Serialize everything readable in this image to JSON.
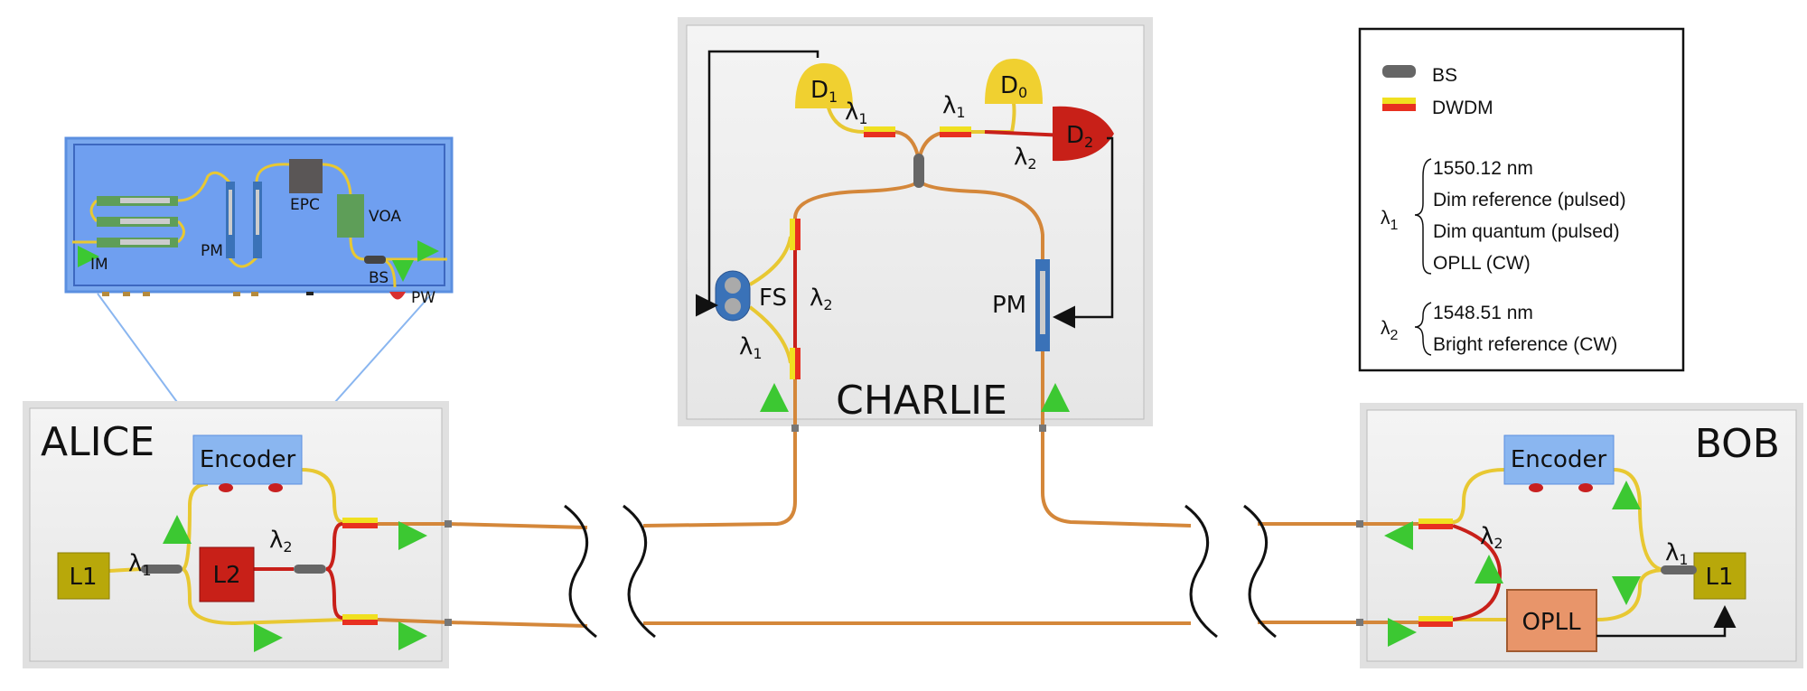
{
  "parties": {
    "alice": "ALICE",
    "bob": "BOB",
    "charlie": "CHARLIE"
  },
  "components": {
    "encoder": "Encoder",
    "l1": "L1",
    "l2": "L2",
    "opll": "OPLL",
    "fs": "FS",
    "pm": "PM",
    "d1": "D",
    "d1_sub": "1",
    "d0": "D",
    "d0_sub": "0",
    "d2": "D",
    "d2_sub": "2",
    "lambda": "λ",
    "sub1": "1",
    "sub2": "2"
  },
  "encoder_inset": {
    "im": "IM",
    "pm": "PM",
    "epc": "EPC",
    "voa": "VOA",
    "bs": "BS",
    "pw": "PW"
  },
  "legend": {
    "bs": "BS",
    "dwdm": "DWDM",
    "lambda1_lines": [
      "1550.12 nm",
      "Dim reference (pulsed)",
      "Dim quantum (pulsed)",
      "OPLL (CW)"
    ],
    "lambda2_lines": [
      "1548.51 nm",
      "Bright reference (CW)"
    ]
  },
  "colors": {
    "fiber": "#d4873a",
    "yellow_fiber": "#e8c832",
    "red_fiber": "#c8201a",
    "box": "#eeeeee",
    "encoder": "#8ab6f0",
    "arrow": "#3cc832"
  }
}
